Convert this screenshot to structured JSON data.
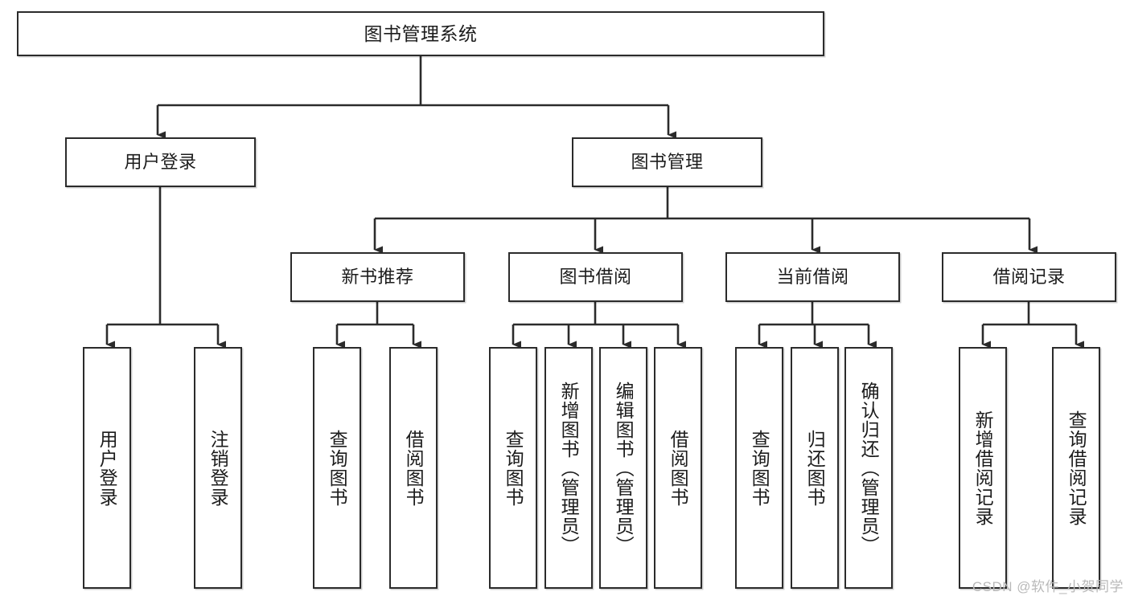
{
  "diagram": {
    "title": "图书管理系统",
    "type": "tree-hierarchy",
    "orientation": "top-down",
    "colors": {
      "box_border": "#2b2b2b",
      "box_fill": "#ffffff",
      "connector": "#2b2b2b",
      "text": "#1c1c1c",
      "watermark": "#b9b9b9"
    }
  },
  "root": {
    "label": "图书管理系统"
  },
  "level2": [
    {
      "label": "用户登录"
    },
    {
      "label": "图书管理"
    }
  ],
  "level3": [
    {
      "label": "新书推荐"
    },
    {
      "label": "图书借阅"
    },
    {
      "label": "当前借阅"
    },
    {
      "label": "借阅记录"
    }
  ],
  "leaves": {
    "user_login": [
      {
        "label": "用户登录"
      },
      {
        "label": "注销登录"
      }
    ],
    "new_book_recommend": [
      {
        "label": "查询图书"
      },
      {
        "label": "借阅图书"
      }
    ],
    "book_borrow": [
      {
        "label": "查询图书"
      },
      {
        "label": "新增图书（管理员）"
      },
      {
        "label": "编辑图书（管理员）"
      },
      {
        "label": "借阅图书"
      }
    ],
    "current_borrow": [
      {
        "label": "查询图书"
      },
      {
        "label": "归还图书"
      },
      {
        "label": "确认归还（管理员）"
      }
    ],
    "borrow_records": [
      {
        "label": "新增借阅记录"
      },
      {
        "label": "查询借阅记录"
      }
    ]
  },
  "watermark": {
    "text": "CSDN @软件_小贺同学"
  }
}
